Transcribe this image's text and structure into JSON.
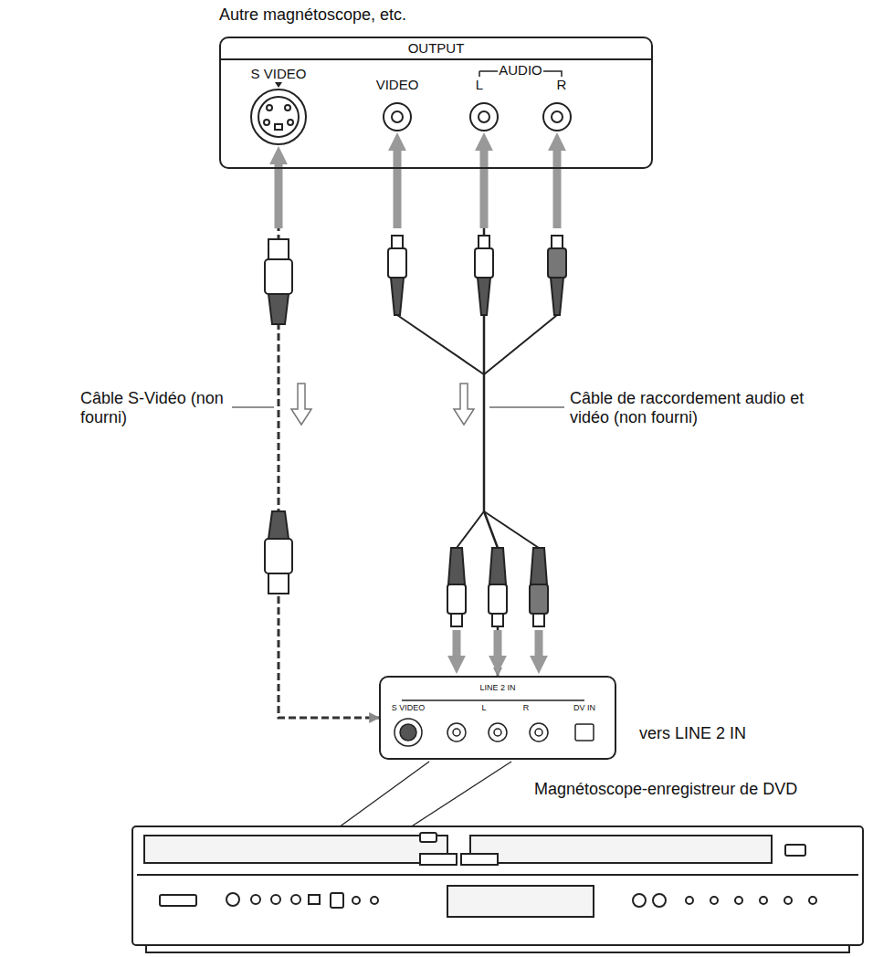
{
  "diagram": {
    "nodes": [
      {
        "text": [
          "Autre magnétoscope, etc.",
          "OUTPUT"
        ]
      },
      {
        "text": [
          "LINE 2 IN"
        ]
      },
      {
        "text": [
          "Magnétoscope-enregistreur de DVD"
        ]
      }
    ],
    "edges": [
      {
        "from": 0,
        "to": 1,
        "arrow": "to",
        "label": "Câble S-Vidéo (non fourni)"
      },
      {
        "from": 0,
        "to": 1,
        "arrow": "to",
        "label": "Câble de raccordement audio et vidéo (non fourni)"
      }
    ],
    "labels": [
      "S VIDEO",
      "VIDEO",
      "AUDIO",
      "L",
      "R",
      "S VIDEO",
      "L",
      "R",
      "DV IN",
      "vers LINE 2 IN"
    ]
  }
}
